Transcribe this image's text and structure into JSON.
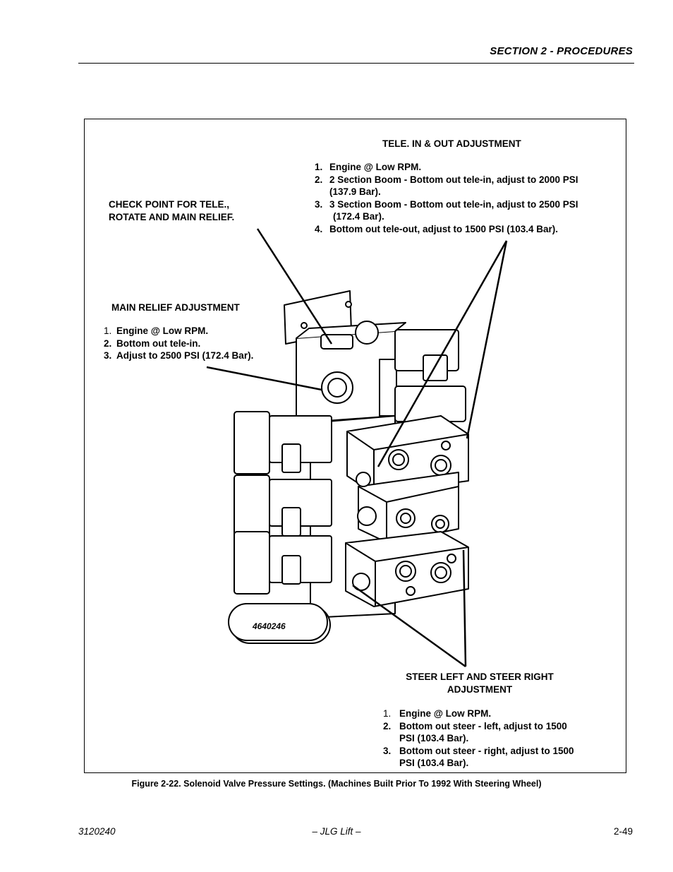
{
  "header": {
    "section_title": "SECTION 2 - PROCEDURES"
  },
  "figure": {
    "tele_adjust": {
      "title": "TELE. IN & OUT ADJUSTMENT",
      "items": [
        {
          "num": "1.",
          "lines": [
            "Engine @ Low RPM."
          ]
        },
        {
          "num": "2.",
          "lines": [
            "2 Section Boom - Bottom out tele-in, adjust to 2000 PSI",
            "(137.9 Bar)."
          ]
        },
        {
          "num": "3.",
          "lines": [
            "3 Section Boom - Bottom out tele-in, adjust to 2500 PSI",
            " (172.4 Bar)."
          ]
        },
        {
          "num": "4.",
          "lines": [
            "Bottom out tele-out, adjust to 1500 PSI (103.4 Bar)."
          ]
        }
      ]
    },
    "check_point": {
      "line1": "CHECK POINT FOR TELE.,",
      "line2": "ROTATE AND MAIN RELIEF."
    },
    "main_relief": {
      "title": "MAIN RELIEF ADJUSTMENT",
      "items": [
        {
          "num": "1.",
          "text": "Engine @ Low RPM."
        },
        {
          "num": "2.",
          "text": "Bottom out tele-in."
        },
        {
          "num": "3.",
          "text": "Adjust to 2500 PSI (172.4 Bar)."
        }
      ]
    },
    "steer_adjust": {
      "title_line1": "STEER LEFT AND STEER RIGHT",
      "title_line2": "ADJUSTMENT",
      "items": [
        {
          "num": "1.",
          "lines": [
            "Engine @ Low RPM."
          ]
        },
        {
          "num": "2.",
          "lines": [
            "Bottom out steer - left, adjust to 1500",
            "PSI (103.4 Bar)."
          ]
        },
        {
          "num": "3.",
          "lines": [
            "Bottom out steer - right, adjust to 1500",
            "PSI (103.4 Bar)."
          ]
        }
      ]
    },
    "part_number": "4640246",
    "caption": "Figure 2-22.  Solenoid Valve Pressure Settings. (Machines Built Prior To 1992 With Steering Wheel)"
  },
  "footer": {
    "doc_number": "3120240",
    "publisher": "– JLG Lift –",
    "page_number": "2-49"
  }
}
